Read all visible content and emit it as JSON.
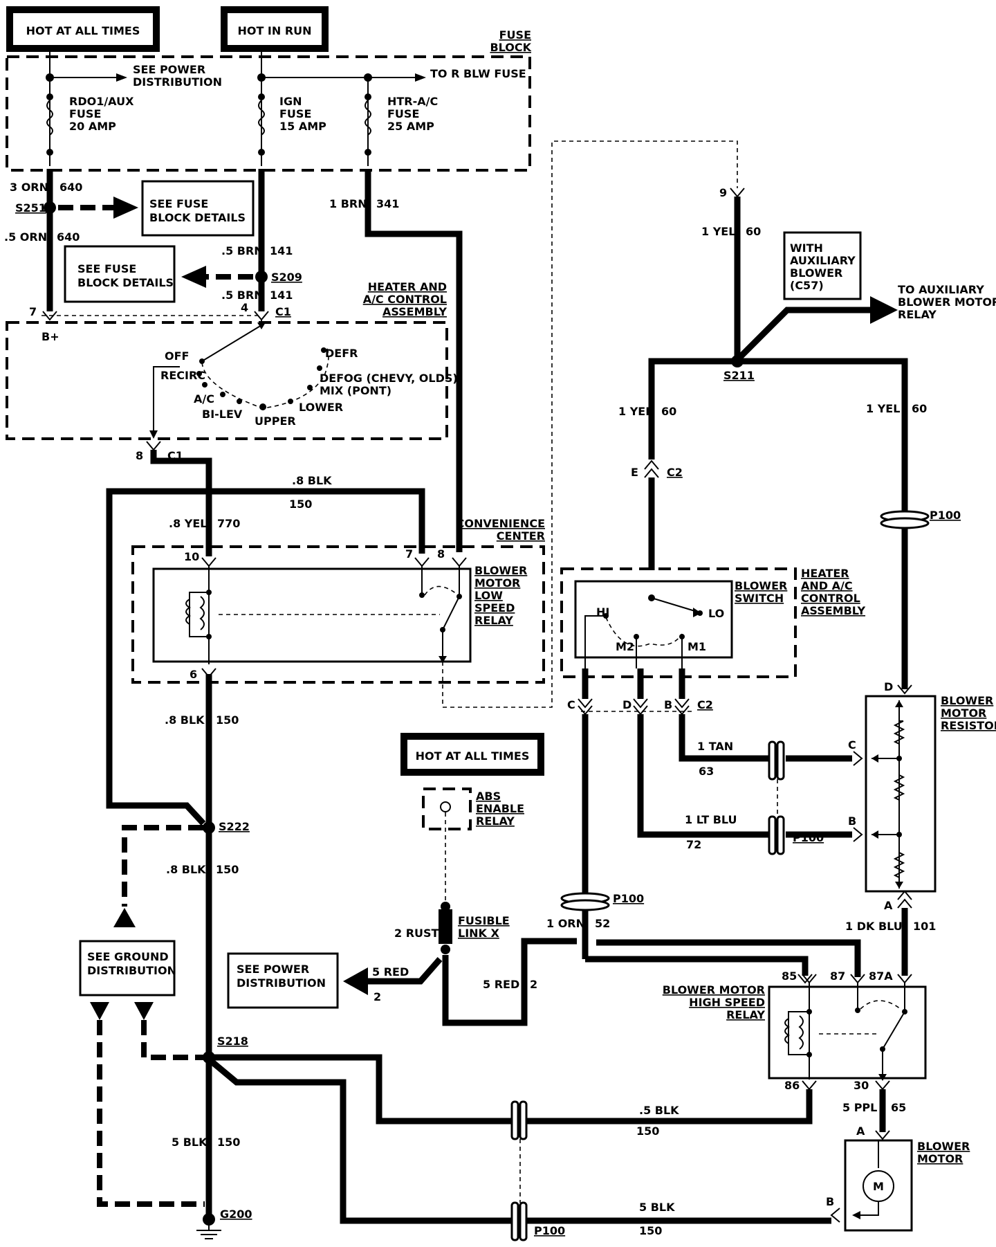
{
  "power_sources": {
    "hot_at_all_times": "HOT AT ALL TIMES",
    "hot_in_run": "HOT IN RUN",
    "hot_at_all_times_2": "HOT AT ALL TIMES"
  },
  "fuse_block": {
    "title_1": "FUSE",
    "title_2": "BLOCK",
    "see_power_1": "SEE POWER",
    "see_power_2": "DISTRIBUTION",
    "to_r_blw": "TO R BLW FUSE",
    "rdo_1": "RDO1/AUX",
    "rdo_2": "FUSE",
    "rdo_3": "20 AMP",
    "ign_1": "IGN",
    "ign_2": "FUSE",
    "ign_3": "15 AMP",
    "htr_1": "HTR-A/C",
    "htr_2": "FUSE",
    "htr_3": "25 AMP"
  },
  "fuse_details": {
    "a_1": "SEE FUSE",
    "a_2": "BLOCK DETAILS",
    "b_1": "SEE FUSE",
    "b_2": "BLOCK DETAILS"
  },
  "wires": {
    "w_3orn": "3 ORN",
    "w_640a": "640",
    "w_5orn": ".5 ORN",
    "w_640b": "640",
    "w_5brn_a": ".5 BRN",
    "w_141a": "141",
    "w_5brn_b": ".5 BRN",
    "w_141b": "141",
    "w_1brn": "1 BRN",
    "w_341": "341",
    "w_8blk_a": ".8 BLK",
    "w_150a": "150",
    "w_8yel": ".8 YEL",
    "w_770": "770",
    "w_8blk_b": ".8 BLK",
    "w_150b": "150",
    "w_8blk_c": ".8 BLK",
    "w_150c": "150",
    "w_5blk_a": "5 BLK",
    "w_150d": "150",
    "w_1yel_a": "1 YEL",
    "w_60a": "60",
    "w_1yel_b": "1 YEL",
    "w_60b": "60",
    "w_1yel_c": "1 YEL",
    "w_60c": "60",
    "w_1tan": "1 TAN",
    "w_63": "63",
    "w_1ltblu": "1 LT BLU",
    "w_72": "72",
    "w_1orn": "1 ORN",
    "w_52": "52",
    "w_1dkblu": "1 DK BLU",
    "w_101": "101",
    "w_2rust": "2 RUST",
    "w_5red_a": "5 RED",
    "w_2a": "2",
    "w_5red_b": "5 RED",
    "w_2b": "2",
    "w_5blk_b": ".5 BLK",
    "w_150e": "150",
    "w_5ppl": "5 PPL",
    "w_65": "65",
    "w_5blk_c": "5 BLK",
    "w_150f": "150"
  },
  "splices": {
    "s251": "S251",
    "s209": "S209",
    "s211": "S211",
    "s222": "S222",
    "s218": "S218",
    "g200": "G200"
  },
  "connectors": {
    "c1_7": "7",
    "c1_4": "4",
    "c1_top": "C1",
    "b_plus": "B+",
    "c1_8": "8",
    "c1_bottom": "C1",
    "cc_10": "10",
    "cc_7": "7",
    "cc_8": "8",
    "cc_6": "6",
    "c2_9": "9",
    "c2_e": "E",
    "c2_e_label": "C2",
    "c2_c": "C",
    "c2_d": "D",
    "c2_b": "B",
    "c2_label": "C2",
    "res_d": "D",
    "res_c": "C",
    "res_b": "B",
    "res_a": "A",
    "hr_85": "85",
    "hr_87": "87",
    "hr_87a": "87A",
    "hr_86": "86",
    "hr_30": "30",
    "mot_a": "A",
    "mot_b": "B",
    "p100_a": "P100",
    "p100_b": "P100",
    "p100_c": "P100",
    "p100_d": "P100"
  },
  "hvac_control": {
    "title_1": "HEATER AND",
    "title_2": "A/C CONTROL",
    "title_3": "ASSEMBLY",
    "off": "OFF",
    "recirc": "RECIRC",
    "ac": "A/C",
    "bilev": "BI-LEV",
    "upper": "UPPER",
    "lower": "LOWER",
    "defog": "DEFOG (CHEVY, OLDS)",
    "mix": "MIX (PONT)",
    "defr": "DEFR"
  },
  "convenience_center": {
    "title_1": "CONVENIENCE",
    "title_2": "CENTER",
    "relay_1": "BLOWER",
    "relay_2": "MOTOR",
    "relay_3": "LOW",
    "relay_4": "SPEED",
    "relay_5": "RELAY"
  },
  "aux_blower": {
    "with_1": "WITH",
    "with_2": "AUXILIARY",
    "with_3": "BLOWER",
    "with_4": "(C57)",
    "to_1": "TO AUXILIARY",
    "to_2": "BLOWER MOTOR",
    "to_3": "RELAY"
  },
  "blower_switch": {
    "label_1": "BLOWER",
    "label_2": "SWITCH",
    "hi": "HI",
    "lo": "LO",
    "m2": "M2",
    "m1": "M1",
    "asm_1": "HEATER",
    "asm_2": "AND A/C",
    "asm_3": "CONTROL",
    "asm_4": "ASSEMBLY"
  },
  "resistor": {
    "label_1": "BLOWER",
    "label_2": "MOTOR",
    "label_3": "RESISTOR"
  },
  "abs_relay": {
    "label_1": "ABS",
    "label_2": "ENABLE",
    "label_3": "RELAY",
    "fusible_1": "FUSIBLE",
    "fusible_2": "LINK X"
  },
  "see_power_2": {
    "line_1": "SEE POWER",
    "line_2": "DISTRIBUTION"
  },
  "ground": {
    "line_1": "SEE GROUND",
    "line_2": "DISTRIBUTION"
  },
  "high_relay": {
    "label_1": "BLOWER MOTOR",
    "label_2": "HIGH SPEED",
    "label_3": "RELAY"
  },
  "blower_motor": {
    "label_1": "BLOWER",
    "label_2": "MOTOR",
    "symbol": "M"
  }
}
